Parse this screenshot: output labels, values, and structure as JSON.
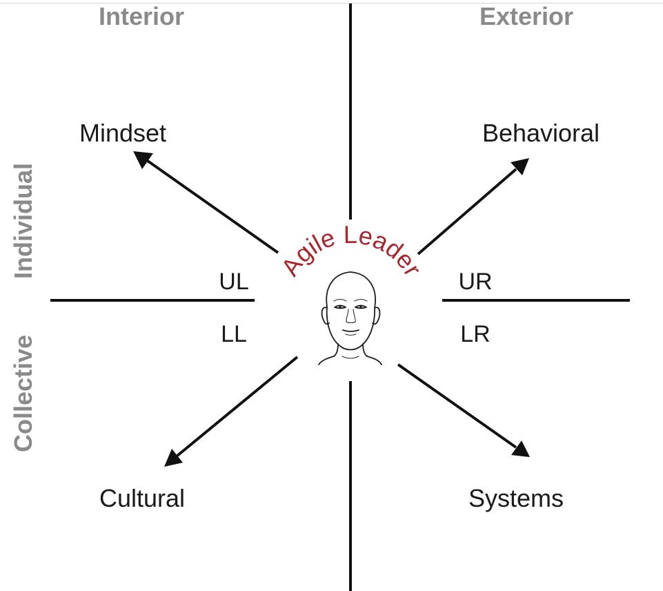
{
  "columns": {
    "interior": "Interior",
    "exterior": "Exterior"
  },
  "rows": {
    "individual": "Individual",
    "collective": "Collective"
  },
  "endpoints": {
    "upper_left": "Mindset",
    "upper_right": "Behavioral",
    "lower_left": "Cultural",
    "lower_right": "Systems"
  },
  "quadrant_codes": {
    "upper_left": "UL",
    "upper_right": "UR",
    "lower_left": "LL",
    "lower_right": "LR"
  },
  "center": {
    "label": "Agile Leader",
    "icon": "head-portrait-icon",
    "label_color": "#a8262e"
  },
  "colors": {
    "axis_titles": "#8a8a8a",
    "lines": "#111111",
    "text": "#1a1a1a"
  }
}
